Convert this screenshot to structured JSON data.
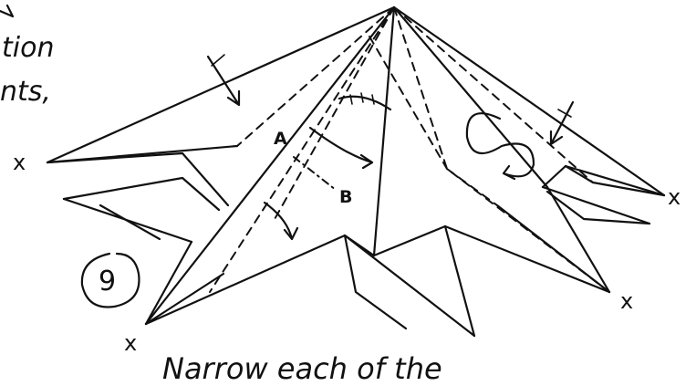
{
  "text_fragments": {
    "line1": "tion",
    "line2": "nts,",
    "caption": "Narrow each of the"
  },
  "step_number": "9",
  "points": {
    "a": "A",
    "b": "B"
  },
  "corner_marks": {
    "left": "x",
    "right": "x",
    "lower_right": "x",
    "lower_left": "x"
  },
  "ink_color": "#111111"
}
